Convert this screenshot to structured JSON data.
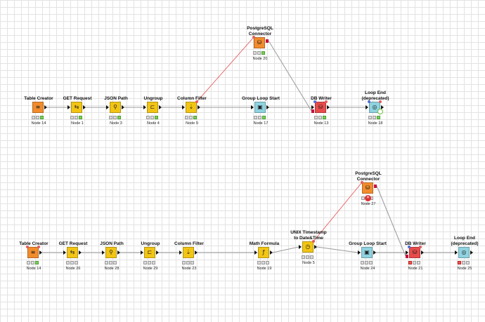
{
  "colors": {
    "source": "#f28c2c",
    "manipulator": "#f2c514",
    "loop": "#8fd3e0",
    "db_writer": "#e84b4b",
    "flow_variable_wire": "#e84b4b",
    "data_wire": "#9a9a9a"
  },
  "workflows": [
    {
      "nodes": [
        {
          "id": "w1-table-creator",
          "title": "Table Creator",
          "label": "Node 14",
          "kind": "source",
          "icon": "table-creator-icon",
          "glyph": "≡",
          "status": [
            "off",
            "off",
            "green"
          ],
          "in_port": false
        },
        {
          "id": "w1-get-request",
          "title": "GET Request",
          "label": "Node 1",
          "kind": "manipulator",
          "icon": "get-request-icon",
          "glyph": "⇆",
          "status": [
            "off",
            "off",
            "green"
          ],
          "in_port": true
        },
        {
          "id": "w1-json-path",
          "title": "JSON Path",
          "label": "Node 3",
          "kind": "manipulator",
          "icon": "json-path-icon",
          "glyph": "⚲",
          "status": [
            "off",
            "off",
            "green"
          ],
          "in_port": true
        },
        {
          "id": "w1-ungroup",
          "title": "Ungroup",
          "label": "Node 4",
          "kind": "manipulator",
          "icon": "ungroup-icon",
          "glyph": "⊏",
          "status": [
            "off",
            "off",
            "green"
          ],
          "in_port": true
        },
        {
          "id": "w1-column-filter",
          "title": "Column Filter",
          "label": "Node 9",
          "kind": "manipulator",
          "icon": "column-filter-icon",
          "glyph": "⇣",
          "status": [
            "off",
            "off",
            "green"
          ],
          "in_port": true
        },
        {
          "id": "w1-postgresql-connector",
          "title": "PostgreSQL\nConnector",
          "label": "Node 20",
          "kind": "source",
          "icon": "database-connector-icon",
          "glyph": "⛁",
          "status": [
            "off",
            "off",
            "green"
          ],
          "in_port": false
        },
        {
          "id": "w1-group-loop-start",
          "title": "Group Loop Start",
          "label": "Node 17",
          "kind": "loop",
          "icon": "loop-start-icon",
          "glyph": "▣",
          "status": [
            "off",
            "off",
            "green"
          ],
          "in_port": true
        },
        {
          "id": "w1-db-writer",
          "title": "DB Writer",
          "label": "Node 13",
          "kind": "db_writer",
          "icon": "db-writer-icon",
          "glyph": "⛁",
          "status": [
            "off",
            "off",
            "green"
          ],
          "in_port": true
        },
        {
          "id": "w1-loop-end",
          "title": "Loop End\n(deprecated)",
          "label": "Node 18",
          "kind": "loop",
          "icon": "loop-end-icon",
          "glyph": "◎",
          "status": [
            "off",
            "off",
            "green"
          ],
          "in_port": true
        }
      ]
    },
    {
      "nodes": [
        {
          "id": "w2-table-creator",
          "title": "Table Creator",
          "label": "Node 14",
          "kind": "source",
          "icon": "table-creator-icon",
          "glyph": "≡",
          "status": [
            "off",
            "off",
            "green"
          ],
          "in_port": false
        },
        {
          "id": "w2-get-request",
          "title": "GET Request",
          "label": "Node 26",
          "kind": "manipulator",
          "icon": "get-request-icon",
          "glyph": "⇆",
          "status": [
            "off",
            "off",
            "off"
          ],
          "in_port": true
        },
        {
          "id": "w2-json-path",
          "title": "JSON Path",
          "label": "Node 28",
          "kind": "manipulator",
          "icon": "json-path-icon",
          "glyph": "⚲",
          "status": [
            "off",
            "off",
            "off"
          ],
          "in_port": true
        },
        {
          "id": "w2-ungroup",
          "title": "Ungroup",
          "label": "Node 29",
          "kind": "manipulator",
          "icon": "ungroup-icon",
          "glyph": "⊏",
          "status": [
            "off",
            "off",
            "off"
          ],
          "in_port": true
        },
        {
          "id": "w2-column-filter",
          "title": "Column Filter",
          "label": "Node 23",
          "kind": "manipulator",
          "icon": "column-filter-icon",
          "glyph": "⇣",
          "status": [
            "off",
            "off",
            "off"
          ],
          "in_port": true
        },
        {
          "id": "w2-math-formula",
          "title": "Math Formula",
          "label": "Node 19",
          "kind": "manipulator",
          "icon": "math-formula-icon",
          "glyph": "ƒ",
          "status": [
            "off",
            "off",
            "off"
          ],
          "in_port": true
        },
        {
          "id": "w2-unix-timestamp",
          "title": "UNIX Timestamp\nto Date&Time",
          "label": "Node 5",
          "kind": "manipulator",
          "icon": "timestamp-icon",
          "glyph": "◷",
          "status": [
            "off",
            "off",
            "off"
          ],
          "in_port": true
        },
        {
          "id": "w2-postgresql-connector",
          "title": "PostgreSQL\nConnector",
          "label": "Node 27",
          "kind": "source",
          "icon": "database-connector-icon",
          "glyph": "⛁",
          "status": [
            "off",
            "error",
            "off"
          ],
          "in_port": false
        },
        {
          "id": "w2-group-loop-start",
          "title": "Group Loop Start",
          "label": "Node 24",
          "kind": "loop",
          "icon": "loop-start-icon",
          "glyph": "▣",
          "status": [
            "off",
            "off",
            "off"
          ],
          "in_port": true
        },
        {
          "id": "w2-db-writer",
          "title": "DB Writer",
          "label": "Node 21",
          "kind": "db_writer",
          "icon": "db-writer-icon",
          "glyph": "⛁",
          "status": [
            "red",
            "off",
            "off"
          ],
          "in_port": true
        },
        {
          "id": "w2-loop-end",
          "title": "Loop End\n(deprecated)",
          "label": "Node 25",
          "kind": "loop",
          "icon": "loop-end-icon",
          "glyph": "◎",
          "status": [
            "red",
            "off",
            "off"
          ],
          "in_port": true
        }
      ]
    }
  ]
}
